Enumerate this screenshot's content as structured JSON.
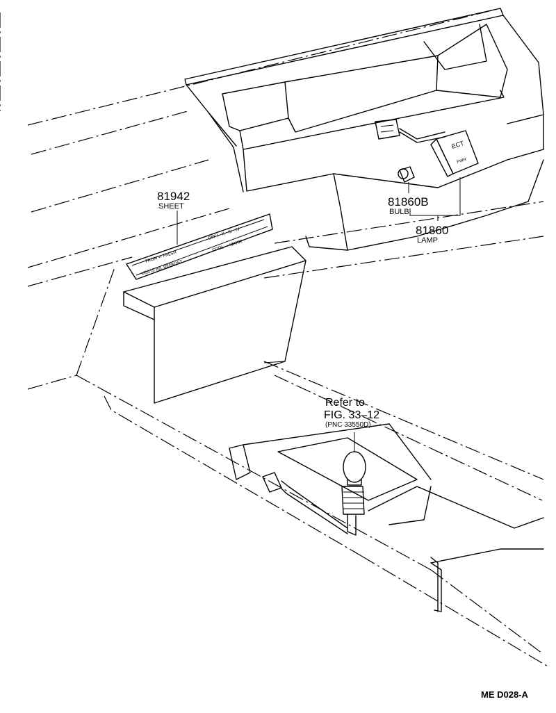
{
  "figure_code": "ME D028-A",
  "parts": [
    {
      "number": "81942",
      "name": "SHEET"
    },
    {
      "number": "81860B",
      "name": "BULB"
    },
    {
      "number": "81860",
      "name": "LAMP"
    }
  ],
  "reference": {
    "line1": "Refer to",
    "line2": "FIG. 33–12",
    "line3": "(PNC 33550D)"
  },
  "indicator_lamp_label": {
    "line1": "ECT",
    "line2": "",
    "line3": "PWR"
  },
  "sheet_markings": {
    "row1_left": "FROM ← FRESH",
    "row1_right": "OFF I   II   III   IV",
    "row2_left": "VENTS B/L DEFROST",
    "row2_right": "COOL → WARM"
  }
}
